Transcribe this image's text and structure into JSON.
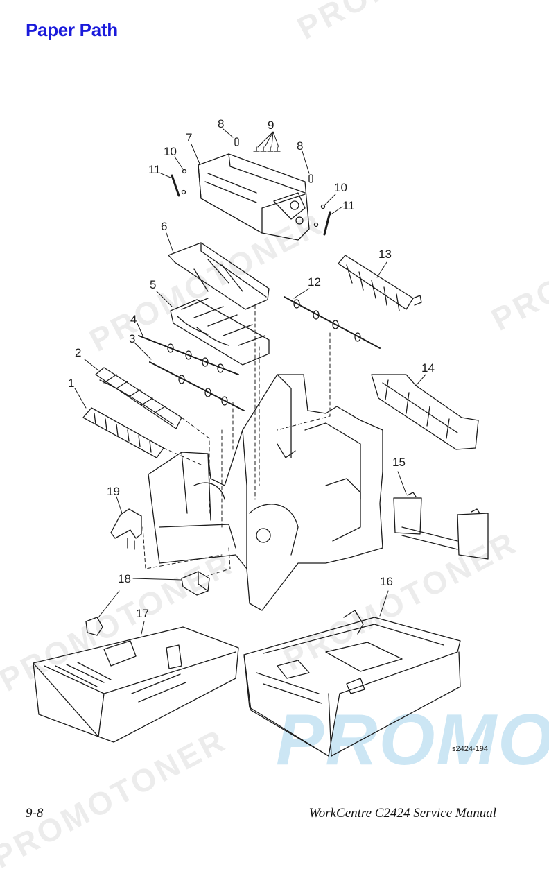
{
  "page": {
    "title": "Paper Path",
    "figure_id": "s2424-194",
    "footer_left": "9-8",
    "footer_right": "WorkCentre C2424 Service Manual"
  },
  "callouts": [
    "1",
    "2",
    "3",
    "4",
    "5",
    "6",
    "7",
    "8",
    "8",
    "9",
    "10",
    "10",
    "11",
    "11",
    "12",
    "13",
    "14",
    "15",
    "16",
    "17",
    "18",
    "19"
  ],
  "watermarks": {
    "text": "PROMOTONER",
    "large": "PROMOT"
  }
}
